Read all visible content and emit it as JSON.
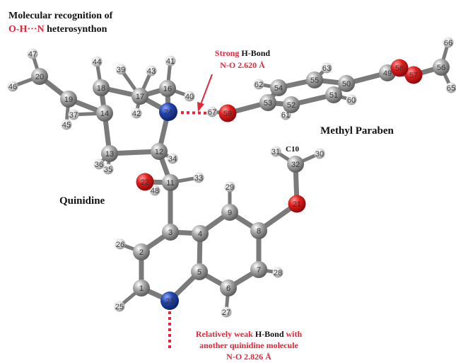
{
  "header": {
    "line1": "Molecular recognition of",
    "line2_red": "O-H···N",
    "line2_black": " heterosynthon"
  },
  "annotations": {
    "strong_red": "Strong",
    "strong_black": " H-Bond",
    "strong_distance": "N-O 2.620 Å",
    "weak_red1": "Relatively weak ",
    "weak_black": "H-Bond",
    "weak_red2": " with",
    "weak_line2": "another quinidine molecule",
    "weak_distance": "N-O 2.826 Å",
    "methyl_paraben": "Methyl Paraben",
    "quinidine": "Quinidine",
    "c10": "C10"
  },
  "colors": {
    "carbon": "#8f8f8f",
    "hydrogen": "#d6d6d6",
    "nitrogen": "#1f3f9a",
    "oxygen": "#d81e1e",
    "bond": "#7a7a7a",
    "hbond": "#e0283a",
    "annotation_red": "#e0283a",
    "text": "#111111"
  },
  "atoms": [
    {
      "id": "1",
      "el": "C"
    },
    {
      "id": "2",
      "el": "C"
    },
    {
      "id": "3",
      "el": "C"
    },
    {
      "id": "4",
      "el": "C"
    },
    {
      "id": "5",
      "el": "C"
    },
    {
      "id": "6",
      "el": "C"
    },
    {
      "id": "7",
      "el": "C"
    },
    {
      "id": "8",
      "el": "C"
    },
    {
      "id": "9",
      "el": "C"
    },
    {
      "id": "11",
      "el": "C"
    },
    {
      "id": "12",
      "el": "C"
    },
    {
      "id": "13",
      "el": "C"
    },
    {
      "id": "14",
      "el": "C"
    },
    {
      "id": "16",
      "el": "C"
    },
    {
      "id": "17",
      "el": "C"
    },
    {
      "id": "18",
      "el": "C"
    },
    {
      "id": "19",
      "el": "C"
    },
    {
      "id": "20",
      "el": "C"
    },
    {
      "id": "21",
      "el": "O"
    },
    {
      "id": "22",
      "el": "O"
    },
    {
      "id": "23",
      "el": "N"
    },
    {
      "id": "24",
      "el": "N"
    },
    {
      "id": "25",
      "el": "H"
    },
    {
      "id": "26",
      "el": "H"
    },
    {
      "id": "27",
      "el": "H"
    },
    {
      "id": "28",
      "el": "H"
    },
    {
      "id": "29",
      "el": "H"
    },
    {
      "id": "30",
      "el": "H"
    },
    {
      "id": "31",
      "el": "H"
    },
    {
      "id": "32",
      "el": "C"
    },
    {
      "id": "33",
      "el": "H"
    },
    {
      "id": "34",
      "el": "H"
    },
    {
      "id": "35",
      "el": "H"
    },
    {
      "id": "36",
      "el": "H"
    },
    {
      "id": "37",
      "el": "H"
    },
    {
      "id": "39",
      "el": "H"
    },
    {
      "id": "40",
      "el": "H"
    },
    {
      "id": "41",
      "el": "H"
    },
    {
      "id": "42",
      "el": "H"
    },
    {
      "id": "43",
      "el": "H"
    },
    {
      "id": "44",
      "el": "H"
    },
    {
      "id": "45",
      "el": "H"
    },
    {
      "id": "46",
      "el": "H"
    },
    {
      "id": "47",
      "el": "H"
    },
    {
      "id": "48",
      "el": "H"
    },
    {
      "id": "49",
      "el": "C"
    },
    {
      "id": "50",
      "el": "C"
    },
    {
      "id": "51",
      "el": "C"
    },
    {
      "id": "52",
      "el": "C"
    },
    {
      "id": "53",
      "el": "C"
    },
    {
      "id": "54",
      "el": "C"
    },
    {
      "id": "55",
      "el": "C"
    },
    {
      "id": "56",
      "el": "C"
    },
    {
      "id": "57",
      "el": "O"
    },
    {
      "id": "58",
      "el": "O"
    },
    {
      "id": "59",
      "el": "O"
    },
    {
      "id": "60",
      "el": "H"
    },
    {
      "id": "61",
      "el": "H"
    },
    {
      "id": "62",
      "el": "H"
    },
    {
      "id": "63",
      "el": "H"
    },
    {
      "id": "65",
      "el": "H"
    },
    {
      "id": "66",
      "el": "H"
    },
    {
      "id": "67",
      "el": "H"
    }
  ],
  "bonds": [
    [
      "23",
      "1"
    ],
    [
      "1",
      "2"
    ],
    [
      "2",
      "3"
    ],
    [
      "3",
      "4"
    ],
    [
      "4",
      "5"
    ],
    [
      "5",
      "23"
    ],
    [
      "4",
      "9"
    ],
    [
      "9",
      "8"
    ],
    [
      "8",
      "7"
    ],
    [
      "7",
      "6"
    ],
    [
      "6",
      "5"
    ],
    [
      "3",
      "11"
    ],
    [
      "11",
      "22"
    ],
    [
      "11",
      "12"
    ],
    [
      "11",
      "33"
    ],
    [
      "22",
      "48"
    ],
    [
      "12",
      "24"
    ],
    [
      "12",
      "13"
    ],
    [
      "12",
      "34"
    ],
    [
      "13",
      "14"
    ],
    [
      "13",
      "36"
    ],
    [
      "13",
      "35"
    ],
    [
      "14",
      "18"
    ],
    [
      "14",
      "19"
    ],
    [
      "14",
      "37"
    ],
    [
      "19",
      "20"
    ],
    [
      "19",
      "45"
    ],
    [
      "20",
      "46"
    ],
    [
      "20",
      "47"
    ],
    [
      "18",
      "17"
    ],
    [
      "18",
      "44"
    ],
    [
      "17",
      "24"
    ],
    [
      "17",
      "16"
    ],
    [
      "17",
      "39"
    ],
    [
      "17",
      "43"
    ],
    [
      "17",
      "42"
    ],
    [
      "16",
      "24"
    ],
    [
      "16",
      "41"
    ],
    [
      "16",
      "40"
    ],
    [
      "8",
      "21"
    ],
    [
      "21",
      "32"
    ],
    [
      "32",
      "31"
    ],
    [
      "32",
      "30"
    ],
    [
      "1",
      "25"
    ],
    [
      "2",
      "26"
    ],
    [
      "6",
      "27"
    ],
    [
      "7",
      "28"
    ],
    [
      "9",
      "29"
    ],
    [
      "59",
      "67"
    ],
    [
      "59",
      "53"
    ],
    [
      "53",
      "54"
    ],
    [
      "54",
      "55"
    ],
    [
      "55",
      "50"
    ],
    [
      "50",
      "51"
    ],
    [
      "51",
      "52"
    ],
    [
      "52",
      "53"
    ],
    [
      "54",
      "62"
    ],
    [
      "55",
      "63"
    ],
    [
      "51",
      "60"
    ],
    [
      "52",
      "61"
    ],
    [
      "50",
      "49"
    ],
    [
      "49",
      "58"
    ],
    [
      "49",
      "57"
    ],
    [
      "57",
      "56"
    ],
    [
      "56",
      "66"
    ],
    [
      "56",
      "65"
    ]
  ]
}
